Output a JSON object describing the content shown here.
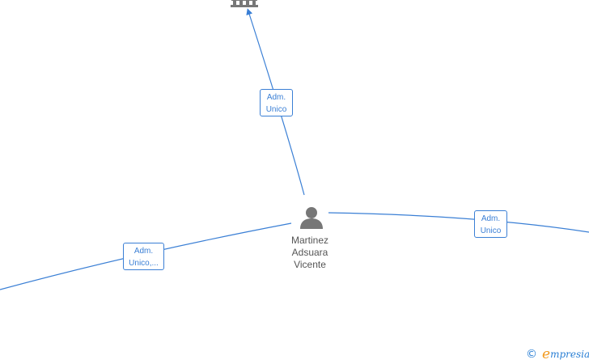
{
  "colors": {
    "edge": "#3a7fd5",
    "node_icon": "#777777",
    "label_text": "#3a7fd5",
    "name_text": "#555555",
    "brand_orange": "#f39a1e",
    "brand_blue": "#2a7fd4"
  },
  "person": {
    "icon": "person-icon",
    "name_lines": [
      "Martinez",
      "Adsuara",
      "Vicente"
    ]
  },
  "company": {
    "icon": "building-icon"
  },
  "edges": [
    {
      "id": "top",
      "label_lines": [
        "Adm.",
        "Unico"
      ]
    },
    {
      "id": "left",
      "label_lines": [
        "Adm.",
        "Unico,..."
      ]
    },
    {
      "id": "right",
      "label_lines": [
        "Adm.",
        "Unico"
      ]
    }
  ],
  "watermark": {
    "copyright": "©",
    "brand_initial": "e",
    "brand_rest": "mpresia"
  }
}
